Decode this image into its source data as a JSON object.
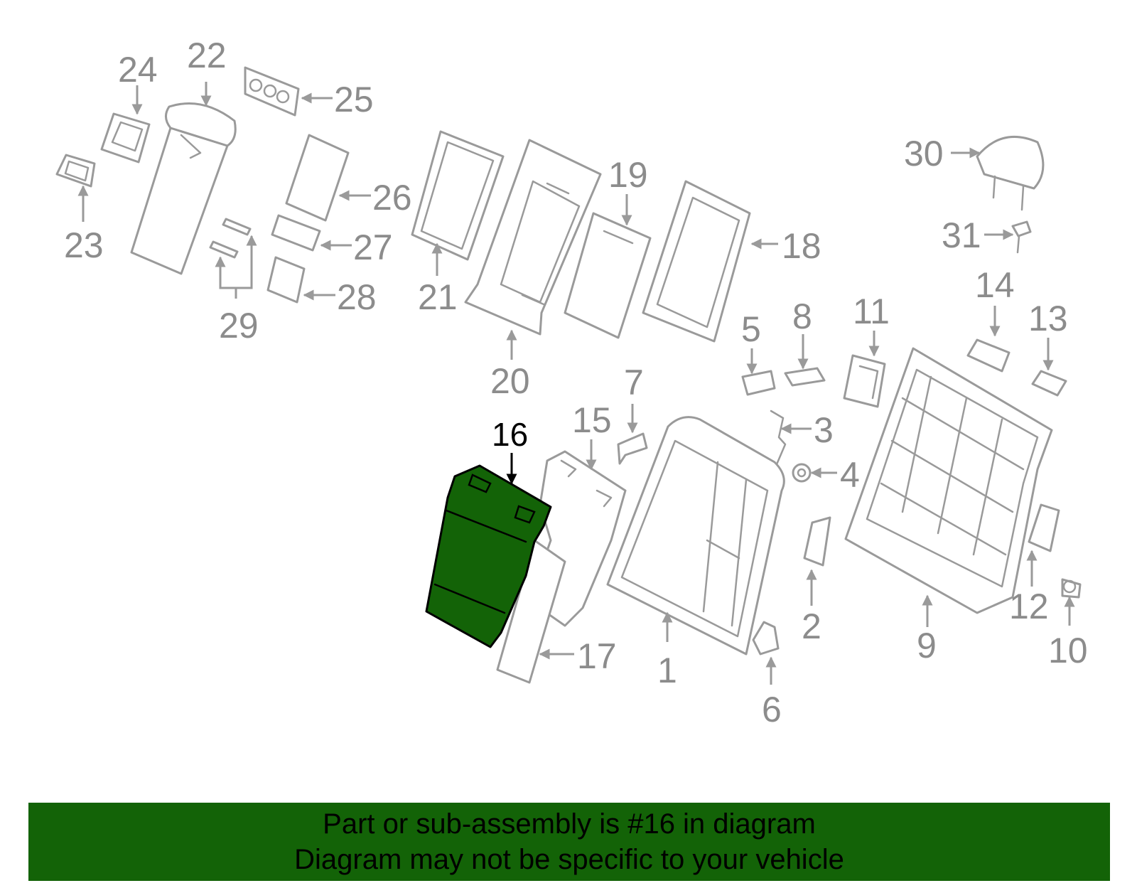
{
  "diagram": {
    "highlighted_part": "16",
    "highlight_color": "#136307",
    "line_color": "#9a9a9a",
    "callouts": [
      "1",
      "2",
      "3",
      "4",
      "5",
      "6",
      "7",
      "8",
      "9",
      "10",
      "11",
      "12",
      "13",
      "14",
      "15",
      "16",
      "17",
      "18",
      "19",
      "20",
      "21",
      "22",
      "23",
      "24",
      "25",
      "26",
      "27",
      "28",
      "29",
      "30",
      "31"
    ]
  },
  "footer": {
    "background": "#136307",
    "line1": "Part or sub-assembly is #16 in diagram",
    "line2": "Diagram may not be specific to your vehicle"
  }
}
